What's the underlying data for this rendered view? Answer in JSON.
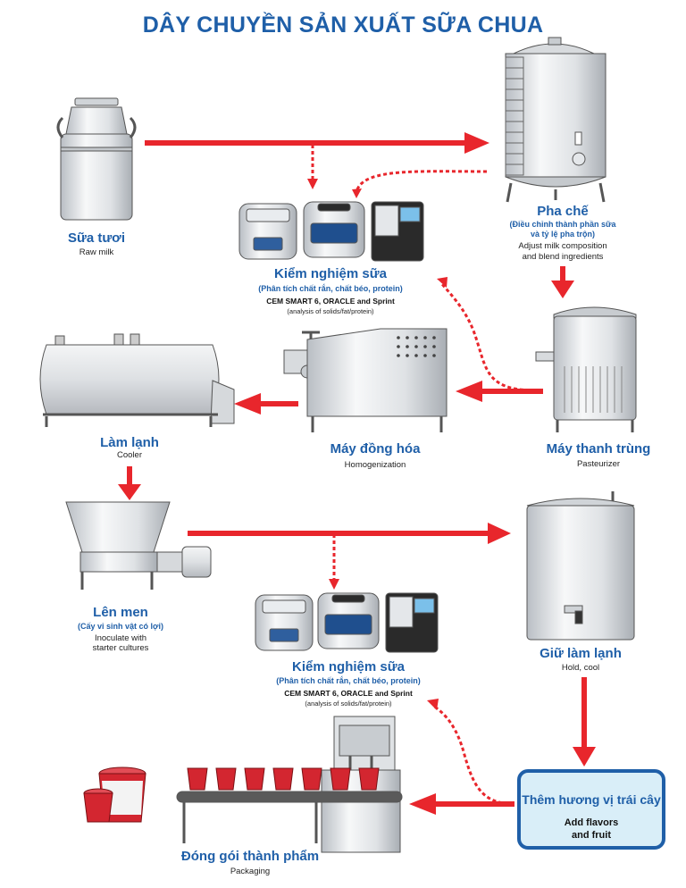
{
  "title": "DÂY CHUYỀN SẢN XUẤT SỮA CHUA",
  "steps": {
    "raw_milk": {
      "vi": "Sữa tươi",
      "en": "Raw milk"
    },
    "blending": {
      "vi": "Pha chế",
      "sub1": "(Điều chỉnh thành phần sữa",
      "sub2": "và tỷ lệ pha trộn)",
      "en1": "Adjust milk composition",
      "en2": "and blend ingredients"
    },
    "testing1": {
      "vi": "Kiểm nghiệm sữa",
      "sub": "(Phân tích chất rắn, chất béo, protein)",
      "en1": "CEM SMART 6, ORACLE and Sprint",
      "en2": "(analysis of solids/fat/protein)"
    },
    "cooler": {
      "vi": "Làm lạnh",
      "en": "Cooler"
    },
    "homogenization": {
      "vi": "Máy đồng hóa",
      "en": "Homogenization"
    },
    "pasteurizer": {
      "vi": "Máy thanh trùng",
      "en": "Pasteurizer"
    },
    "fermentation": {
      "vi": "Lên men",
      "sub": "(Cấy vi sinh vật có lợi)",
      "en1": "Inoculate with",
      "en2": "starter cultures"
    },
    "testing2": {
      "vi": "Kiểm nghiệm sữa",
      "sub": "(Phân tích chất rắn, chất béo, protein)",
      "en1": "CEM SMART 6, ORACLE and Sprint",
      "en2": "(analysis of solids/fat/protein)"
    },
    "hold_cool": {
      "vi": "Giữ làm lạnh",
      "en": "Hold, cool"
    },
    "flavors": {
      "vi": "Thêm hương vị trái cây",
      "en1": "Add flavors",
      "en2": "and fruit"
    },
    "packaging": {
      "vi": "Đóng gói thành phẩm",
      "en": "Packaging"
    }
  },
  "colors": {
    "arrow": "#e8262c",
    "label": "#1f5fa8",
    "flavor_fill": "#d9eef8"
  }
}
